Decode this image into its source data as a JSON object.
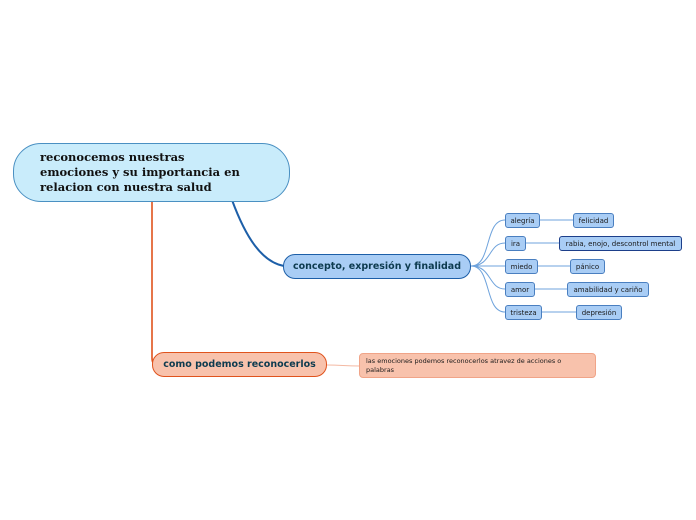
{
  "root": {
    "label": "reconocemos nuestras emociones y su importancia en relacion con nuestra salud"
  },
  "branches": {
    "concepto": {
      "label": "concepto, expresión y finalidad",
      "emotions": [
        {
          "label": "alegría",
          "detail": "felicidad"
        },
        {
          "label": "ira",
          "detail": "rabia, enojo, descontrol mental"
        },
        {
          "label": "miedo",
          "detail": "pánico"
        },
        {
          "label": "amor",
          "detail": "amabilidad y cariño"
        },
        {
          "label": "tristeza",
          "detail": "depresión"
        }
      ]
    },
    "reconocer": {
      "label": "como podemos reconocerlos",
      "note": "las emociones podemos reconocerlos atravez de acciones o palabras"
    }
  },
  "colors": {
    "blue_link": "#1d5fa8",
    "blue_light_link": "#6fa3dc",
    "orange_link": "#e0531d",
    "orange_light_link": "#f4b9a3"
  }
}
